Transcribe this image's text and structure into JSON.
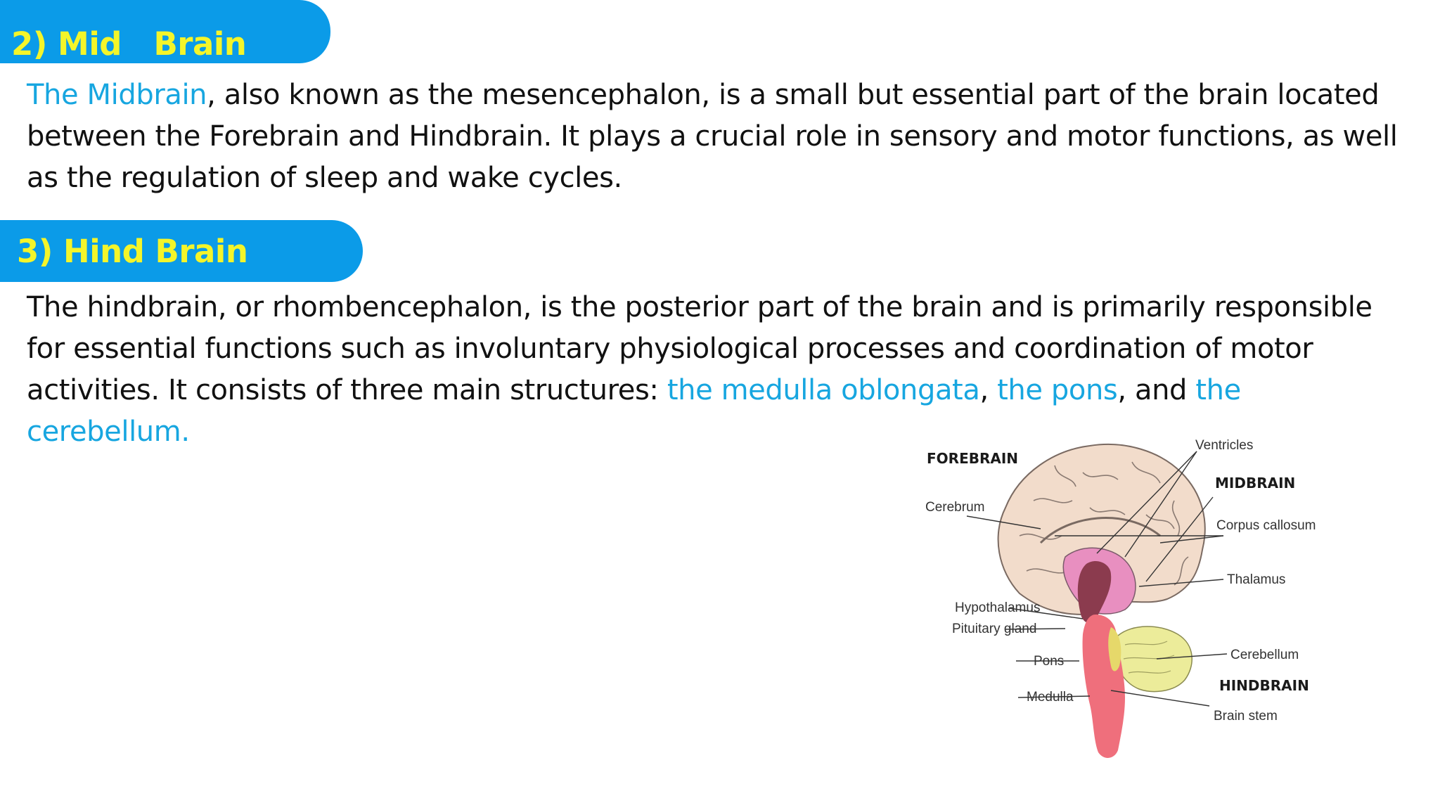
{
  "sections": {
    "mid": {
      "heading": "2) Mid   Brain",
      "para": {
        "s1_highlight": "The Midbrain",
        "s1_rest": ", also known as the mesencephalon, is a small but essential part of the brain located between the Forebrain and Hindbrain. It plays a crucial role in sensory and motor functions, as well as the regulation of sleep and wake cycles."
      }
    },
    "hind": {
      "heading": "3) Hind Brain",
      "para": {
        "text": "The hindbrain, or rhombencephalon, is the posterior part of the brain and is primarily responsible for essential functions such as involuntary physiological processes and coordination of motor activities. It consists of three main structures: ",
        "medulla": "the medulla oblongata",
        "comma": ",",
        "pons": "the pons",
        "and": ", and ",
        "cerebellum": "the cerebellum."
      }
    }
  },
  "diagram": {
    "labels": {
      "forebrain": "FOREBRAIN",
      "midbrain": "MIDBRAIN",
      "hindbrain": "HINDBRAIN",
      "ventricles": "Ventricles",
      "cerebrum": "Cerebrum",
      "corpus_callosum": "Corpus callosum",
      "thalamus": "Thalamus",
      "hypothalamus": "Hypothalamus",
      "pituitary": "Pituitary gland",
      "cerebellum": "Cerebellum",
      "pons": "Pons",
      "medulla": "Medulla",
      "brain_stem": "Brain stem"
    },
    "colors": {
      "cerebrum": "#f2dccb",
      "midbrain_pink": "#e88fc0",
      "thalamus_dark": "#8b3b4e",
      "cerebellum": "#ecec9a",
      "brainstem": "#ef6f7c"
    }
  },
  "colors": {
    "banner": "#0b9be8",
    "heading_text": "#f4f52a",
    "highlight": "#17a6e0"
  }
}
